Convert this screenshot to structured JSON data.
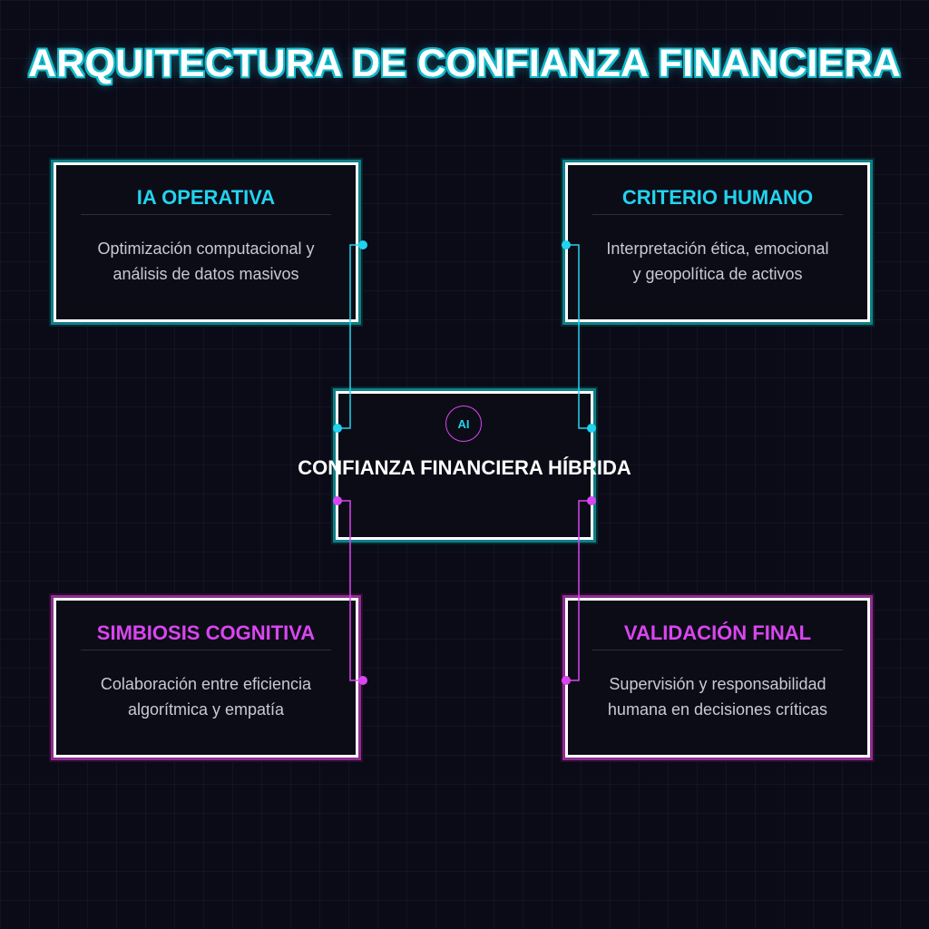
{
  "title": "ARQUITECTURA DE CONFIANZA FINANCIERA",
  "colors": {
    "background": "#0b0b18",
    "cyan_accent": "#22d3ee",
    "magenta_accent": "#d946ef",
    "card_border": "#ffffff"
  },
  "nodes": {
    "ia_operativa": {
      "title": "IA OPERATIVA",
      "body_line1": "Optimización computacional y",
      "body_line2": "análisis de datos masivos"
    },
    "criterio_humano": {
      "title": "CRITERIO HUMANO",
      "body_line1": "Interpretación ética, emocional",
      "body_line2": "y geopolítica de activos"
    },
    "simbiosis_cognitiva": {
      "title": "SIMBIOSIS COGNITIVA",
      "body_line1": "Colaboración entre eficiencia",
      "body_line2": "algorítmica y empatía"
    },
    "validacion_final": {
      "title": "VALIDACIÓN FINAL",
      "body_line1": "Supervisión y responsabilidad",
      "body_line2": "humana en decisiones críticas"
    }
  },
  "hub": {
    "badge": "AI",
    "label": "CONFIANZA FINANCIERA HÍBRIDA"
  },
  "edges": [
    {
      "from": "ia_operativa",
      "to": "hub",
      "color": "#22d3ee"
    },
    {
      "from": "criterio_humano",
      "to": "hub",
      "color": "#22d3ee"
    },
    {
      "from": "hub",
      "to": "simbiosis_cognitiva",
      "color": "#d946ef"
    },
    {
      "from": "hub",
      "to": "validacion_final",
      "color": "#d946ef"
    }
  ]
}
